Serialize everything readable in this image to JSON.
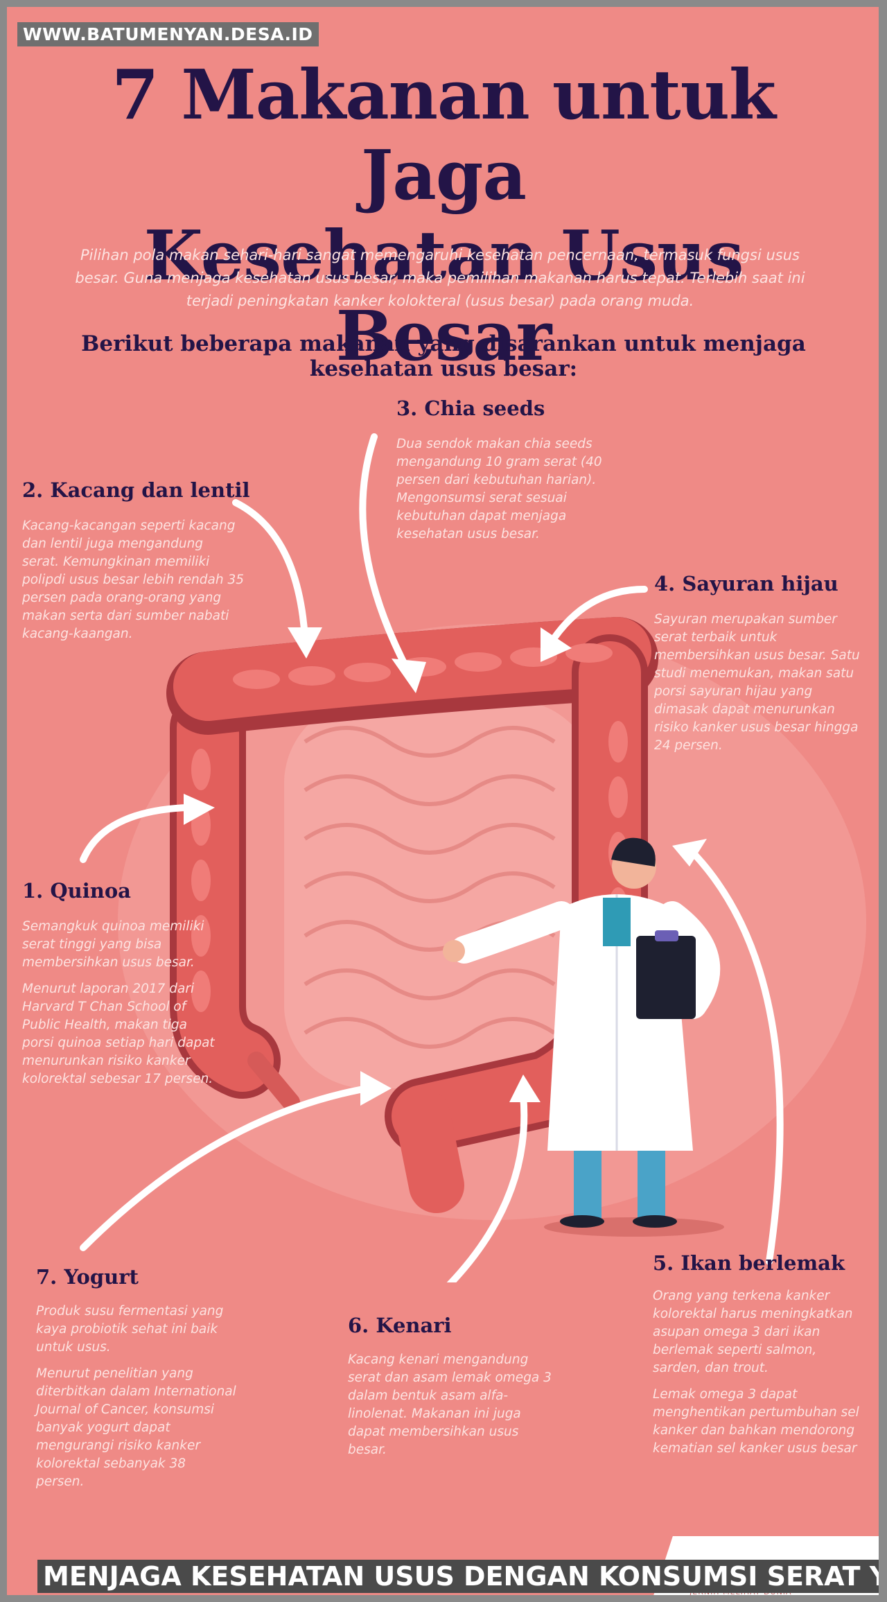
{
  "watermark": "WWW.BATUMENYAN.DESA.ID",
  "title_line1": "7 Makanan untuk Jaga",
  "title_line2": "Kesehatan Usus Besar",
  "intro": "Pilihan pola makan sehari-hari sangat memengaruhi kesehatan pencernaan, termasuk fungsi usus besar. Guna menjaga kesehatan usus besar, maka pemilihan makanan harus tepat. Terlebih saat ini terjadi peningkatan kanker kolokteral (usus besar) pada orang muda.",
  "subheading": "Berikut beberapa makanan yang disarankan untuk menjaga kesehatan usus besar:",
  "items": [
    {
      "title": "1. Quinoa",
      "paragraphs": [
        "Semangkuk quinoa memiliki serat tinggi yang bisa membersihkan usus besar.",
        "Menurut laporan 2017 dari Harvard T Chan School of Public Health, makan tiga porsi quinoa setiap hari dapat menurunkan risiko kanker kolorektal sebesar 17 persen."
      ]
    },
    {
      "title": "2. Kacang dan lentil",
      "paragraphs": [
        "Kacang-kacangan seperti kacang dan lentil juga mengandung serat. Kemungkinan memiliki polipdi usus besar lebih rendah 35 persen pada orang-orang yang makan serta dari sumber nabati kacang-kaangan."
      ]
    },
    {
      "title": "3. Chia seeds",
      "paragraphs": [
        "Dua sendok makan chia seeds mengandung 10 gram serat (40 persen dari kebutuhan harian). Mengonsumsi serat sesuai kebutuhan dapat menjaga kesehatan usus besar."
      ]
    },
    {
      "title": "4. Sayuran hijau",
      "paragraphs": [
        "Sayuran merupakan sumber serat terbaik untuk membersihkan usus besar. Satu studi menemukan, makan satu porsi sayuran hijau yang dimasak dapat menurunkan risiko kanker usus besar hingga 24 persen."
      ]
    },
    {
      "title": "5. Ikan berlemak",
      "paragraphs": [
        "Orang yang terkena kanker kolorektal harus meningkatkan asupan omega 3 dari ikan berlemak seperti salmon, sarden, dan trout.",
        "Lemak omega 3 dapat menghentikan pertumbuhan sel kanker dan bahkan mendorong kematian sel kanker usus besar"
      ]
    },
    {
      "title": "6. Kenari",
      "paragraphs": [
        "Kacang kenari mengandung serat dan asam lemak omega 3 dalam bentuk asam alfa-linolenat. Makanan ini juga dapat membersihkan usus besar."
      ]
    },
    {
      "title": "7. Yogurt",
      "paragraphs": [
        "Produk susu fermentasi yang kaya probiotik sehat ini baik untuk usus.",
        "Menurut penelitian yang diterbitkan dalam International Journal of Cancer, konsumsi banyak yogurt dapat mengurangi risiko kanker kolorektal sebanyak 38 persen."
      ]
    }
  ],
  "footer_caption": "MENJAGA KESEHATAN USUS DENGAN KONSUMSI SERAT YANG CUKUP",
  "footer_tagline": "JERNIH MELIHAT DUNIA",
  "colors": {
    "background": "#ef8a86",
    "title": "#231447",
    "body_text": "#fde3e1",
    "colon_outer": "#e25f5c",
    "colon_dark": "#a8383e",
    "arrow": "#ffffff"
  },
  "icons": [
    "colon-illustration",
    "doctor-illustration",
    "clipboard-icon",
    "arrow-icon"
  ]
}
